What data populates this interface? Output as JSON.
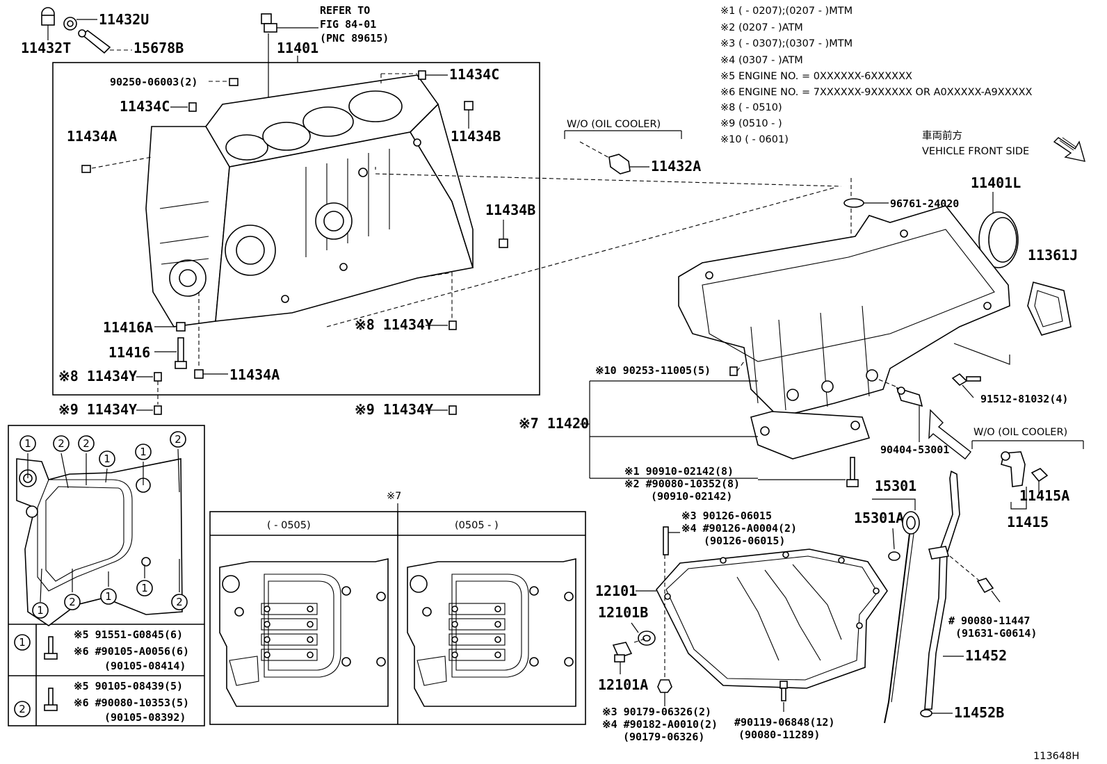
{
  "figure_id": "113648H",
  "notes": [
    "※1 (        - 0207);(0207 -        )MTM",
    "※2 (0207 -        )ATM",
    "※3 (        - 0307);(0307 -        )MTM",
    "※4 (0307 -        )ATM",
    "※5 ENGINE NO. = 0XXXXXX-6XXXXXX",
    "※6 ENGINE NO. = 7XXXXXX-9XXXXXX OR A0XXXXX-A9XXXXX",
    "※8 (        - 0510)",
    "※9 (0510 -        )",
    "※10 (        - 0601)"
  ],
  "orientation": {
    "jp": "車両前方",
    "en": "VEHICLE FRONT SIDE"
  },
  "refer": [
    "REFER TO",
    "FIG 84-01",
    "(PNC 89615)"
  ],
  "wo_oil_cooler": "W/O (OIL COOLER)",
  "parts": {
    "p11432U": "11432U",
    "p11432T": "11432T",
    "p15678B": "15678B",
    "p11401": "11401",
    "p90250": "90250-06003(2)",
    "p11434C_top": "11434C",
    "p11434C_left": "11434C",
    "p11434A_left": "11434A",
    "p11434B_top": "11434B",
    "p11434B_right": "11434B",
    "p11432A": "11432A",
    "p11434Y_mid": "※8 11434Y",
    "p11416A": "11416A",
    "p11416": "11416",
    "p11434Y_left8": "※8 11434Y",
    "p11434A_bottom": "11434A",
    "p11434Y_left9": "※9 11434Y",
    "p11434Y_right9": "※9 11434Y",
    "p96761": "96761-24020",
    "p11401L": "11401L",
    "p11361J": "11361J",
    "p90253": "※10 90253-11005(5)",
    "p11420": "※7 11420",
    "p91512": "91512-81032(4)",
    "p90404": "90404-53001",
    "p90910": "※1  90910-02142(8)",
    "p90080a": "※2 #90080-10352(8)",
    "p90910b": "(90910-02142)",
    "p15301": "15301",
    "p15301A": "15301A",
    "p11415A": "11415A",
    "p11415": "11415",
    "p90126a": "※3  90126-06015",
    "p90126b": "※4 #90126-A0004(2)",
    "p90126c": "(90126-06015)",
    "p12101": "12101",
    "p12101B": "12101B",
    "p12101A": "12101A",
    "p90080b": "#  90080-11447",
    "p91631": "(91631-G0614)",
    "p11452": "11452",
    "p11452B": "11452B",
    "p90179a": "※3  90179-06326(2)",
    "p90182": "※4 #90182-A0010(2)",
    "p90179b": "(90179-06326)",
    "p90119": "#90119-06848(12)",
    "p90080c": "(90080-11289)"
  },
  "legend": {
    "bolt1": {
      "num": "1",
      "lines": [
        "※5  91551-G0845(6)",
        "※6 #90105-A0056(6)",
        "(90105-08414)"
      ]
    },
    "bolt2": {
      "num": "2",
      "lines": [
        "※5  90105-08439(5)",
        "※6 #90080-10353(5)",
        "(90105-08392)"
      ]
    }
  },
  "inset": {
    "marker": "※7",
    "left_header": "(        - 0505)",
    "right_header": "(0505 -        )"
  }
}
